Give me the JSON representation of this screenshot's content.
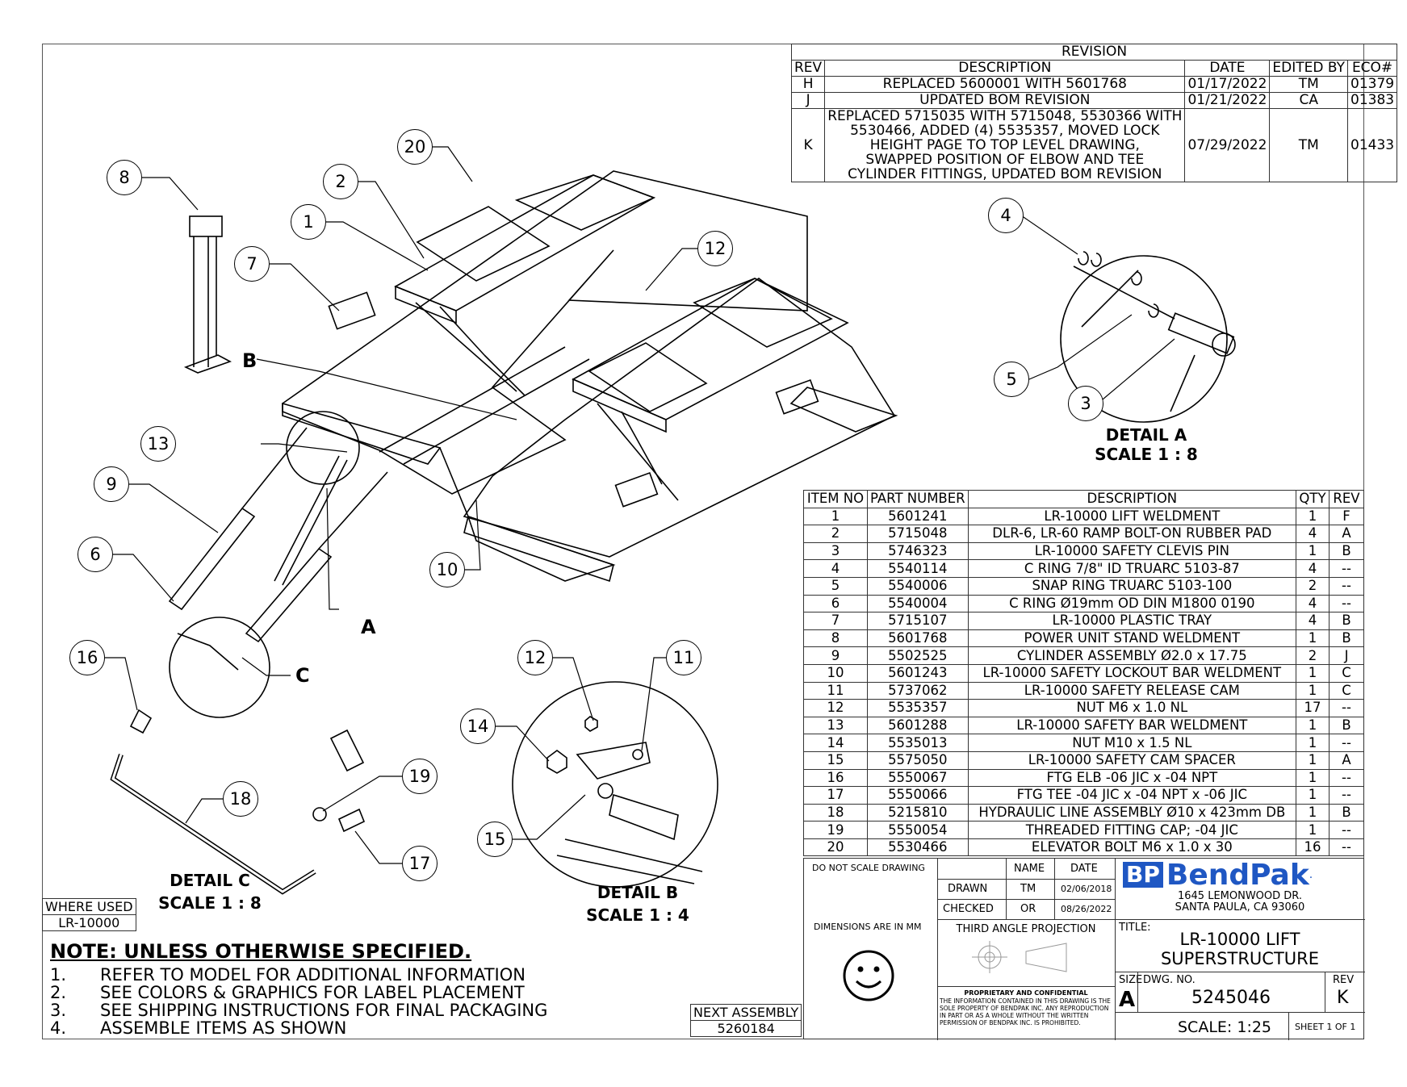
{
  "revision_table": {
    "title": "REVISION",
    "headers": [
      "REV",
      "DESCRIPTION",
      "DATE",
      "EDITED BY",
      "ECO#"
    ],
    "rows": [
      {
        "rev": "H",
        "desc": [
          "REPLACED 5600001 WITH 5601768"
        ],
        "date": "01/17/2022",
        "by": "TM",
        "eco": "01379"
      },
      {
        "rev": "J",
        "desc": [
          "UPDATED BOM REVISION"
        ],
        "date": "01/21/2022",
        "by": "CA",
        "eco": "01383"
      },
      {
        "rev": "K",
        "desc": [
          "REPLACED 5715035 WITH 5715048, 5530366 WITH",
          "5530466, ADDED (4) 5535357, MOVED LOCK",
          "HEIGHT PAGE TO TOP LEVEL DRAWING,",
          "SWAPPED POSITION OF ELBOW AND TEE",
          "CYLINDER FITTINGS, UPDATED BOM REVISION"
        ],
        "date": "07/29/2022",
        "by": "TM",
        "eco": "01433"
      }
    ]
  },
  "bom_table": {
    "headers": [
      "ITEM NO",
      "PART NUMBER",
      "DESCRIPTION",
      "QTY",
      "REV"
    ],
    "rows": [
      [
        "1",
        "5601241",
        "LR-10000 LIFT WELDMENT",
        "1",
        "F"
      ],
      [
        "2",
        "5715048",
        "DLR-6, LR-60 RAMP BOLT-ON RUBBER PAD",
        "4",
        "A"
      ],
      [
        "3",
        "5746323",
        "LR-10000 SAFETY CLEVIS PIN",
        "1",
        "B"
      ],
      [
        "4",
        "5540114",
        "C RING 7/8\" ID TRUARC 5103-87",
        "4",
        "--"
      ],
      [
        "5",
        "5540006",
        "SNAP RING TRUARC 5103-100",
        "2",
        "--"
      ],
      [
        "6",
        "5540004",
        "C RING Ø19mm OD DIN M1800 0190",
        "4",
        "--"
      ],
      [
        "7",
        "5715107",
        "LR-10000 PLASTIC TRAY",
        "4",
        "B"
      ],
      [
        "8",
        "5601768",
        "POWER UNIT STAND WELDMENT",
        "1",
        "B"
      ],
      [
        "9",
        "5502525",
        "CYLINDER ASSEMBLY Ø2.0 x 17.75",
        "2",
        "J"
      ],
      [
        "10",
        "5601243",
        "LR-10000 SAFETY LOCKOUT BAR WELDMENT",
        "1",
        "C"
      ],
      [
        "11",
        "5737062",
        "LR-10000 SAFETY RELEASE CAM",
        "1",
        "C"
      ],
      [
        "12",
        "5535357",
        "NUT M6 x 1.0 NL",
        "17",
        "--"
      ],
      [
        "13",
        "5601288",
        "LR-10000 SAFETY BAR WELDMENT",
        "1",
        "B"
      ],
      [
        "14",
        "5535013",
        "NUT M10 x 1.5 NL",
        "1",
        "--"
      ],
      [
        "15",
        "5575050",
        "LR-10000 SAFETY CAM SPACER",
        "1",
        "A"
      ],
      [
        "16",
        "5550067",
        "FTG ELB -06 JIC x -04 NPT",
        "1",
        "--"
      ],
      [
        "17",
        "5550066",
        "FTG TEE -04 JIC x -04 NPT x -06 JIC",
        "1",
        "--"
      ],
      [
        "18",
        "5215810",
        "HYDRAULIC LINE ASSEMBLY Ø10 x 423mm DB",
        "1",
        "B"
      ],
      [
        "19",
        "5550054",
        "THREADED FITTING CAP; -04 JIC",
        "1",
        "--"
      ],
      [
        "20",
        "5530466",
        "ELEVATOR BOLT M6 x 1.0 x 30",
        "16",
        "--"
      ]
    ]
  },
  "balloons": [
    "1",
    "2",
    "3",
    "4",
    "5",
    "6",
    "7",
    "8",
    "9",
    "10",
    "11",
    "12",
    "13",
    "14",
    "15",
    "16",
    "17",
    "18",
    "19",
    "20"
  ],
  "detail_letters": {
    "a": "A",
    "b": "B",
    "c": "C"
  },
  "details": {
    "a_title": "DETAIL A",
    "a_scale": "SCALE 1 : 8",
    "b_title": "DETAIL B",
    "b_scale": "SCALE 1 : 4",
    "c_title": "DETAIL C",
    "c_scale": "SCALE 1 : 8"
  },
  "where_used": {
    "label": "WHERE USED",
    "value": "LR-10000"
  },
  "next_assembly": {
    "label": "NEXT ASSEMBLY",
    "value": "5260184"
  },
  "notes": {
    "heading": "NOTE: UNLESS OTHERWISE SPECIFIED",
    "items": [
      {
        "n": "1.",
        "text": "REFER TO MODEL FOR ADDITIONAL INFORMATION"
      },
      {
        "n": "2.",
        "text": "SEE COLORS & GRAPHICS FOR LABEL PLACEMENT"
      },
      {
        "n": "3.",
        "text": "SEE SHIPPING INSTRUCTIONS FOR FINAL PACKAGING"
      },
      {
        "n": "4.",
        "text": "ASSEMBLE ITEMS AS SHOWN"
      }
    ]
  },
  "title_block": {
    "do_not_scale": "DO NOT SCALE DRAWING",
    "name_h": "NAME",
    "date_h": "DATE",
    "drawn": "DRAWN",
    "drawn_name": "TM",
    "drawn_date": "02/06/2018",
    "checked": "CHECKED",
    "checked_name": "OR",
    "checked_date": "08/26/2022",
    "dims": "DIMENSIONS ARE IN MM",
    "projection": "THIRD ANGLE PROJECTION",
    "proprietary_title": "PROPRIETARY AND CONFIDENTIAL",
    "proprietary_text": "THE INFORMATION CONTAINED IN THIS DRAWING IS THE SOLE PROPERTY OF BENDPAK INC. ANY REPRODUCTION IN PART OR AS A WHOLE WITHOUT THE WRITTEN PERMISSION OF BENDPAK INC. IS PROHIBITED.",
    "logo_bp": "BP",
    "logo_name": "BendPak",
    "address1": "1645 LEMONWOOD DR.",
    "address2": "SANTA PAULA, CA 93060",
    "title_label": "TITLE:",
    "title1": "LR-10000 LIFT",
    "title2": "SUPERSTRUCTURE",
    "size_label": "SIZE",
    "size": "A",
    "dwg_label": "DWG.  NO.",
    "dwg": "5245046",
    "rev_label": "REV",
    "rev": "K",
    "scale": "SCALE: 1:25",
    "sheet": "SHEET 1 OF 1"
  },
  "colors": {
    "logo_blue": "#1f57c3",
    "line": "#000000"
  }
}
